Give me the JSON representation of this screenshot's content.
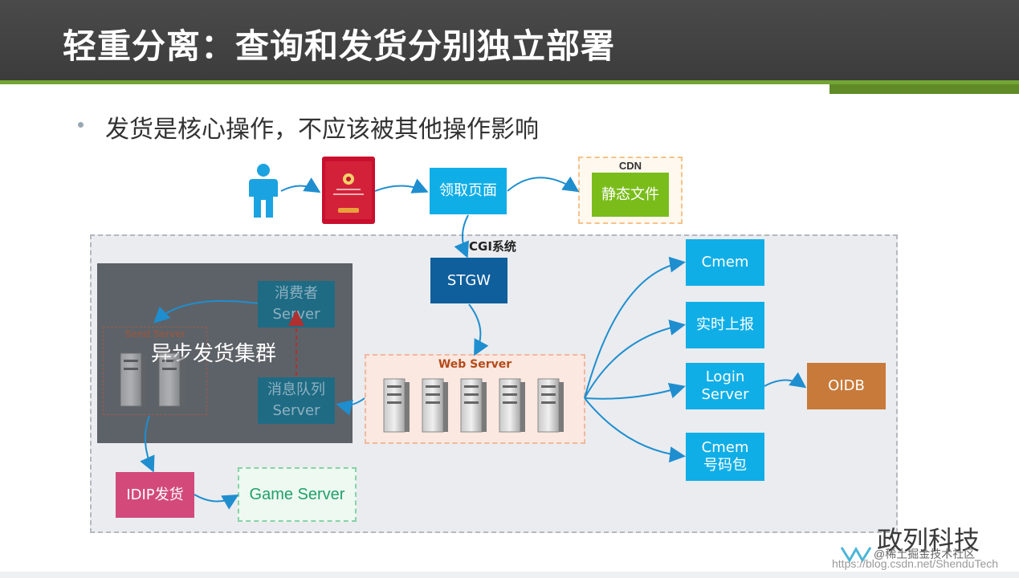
{
  "slide": {
    "title": "轻重分离：查询和发货分别独立部署",
    "bullet": "发货是核心操作，不应该被其他操作影响"
  },
  "diagram": {
    "claim_page": "领取页面",
    "cdn_label": "CDN",
    "static_files": "静态文件",
    "cgi_label": "CGI系统",
    "stgw": "STGW",
    "web_server": "Web Server",
    "cmem": "Cmem",
    "realtime_report": "实时上报",
    "login_server": [
      "Login",
      "Server"
    ],
    "cmem_code_pack": [
      "Cmem",
      "号码包"
    ],
    "oidb": "OIDB",
    "consumer_server": [
      "消费者",
      "Server"
    ],
    "queue_server": [
      "消息队列",
      "Server"
    ],
    "send_server": "Send Server",
    "async_cluster": "异步发货集群",
    "idip": "IDIP发货",
    "game_server": "Game Server"
  },
  "watermark": {
    "company": "政列科技",
    "credit": "@稀土掘金技术社区",
    "url": "https://blog.csdn.net/ShenduTech"
  },
  "colors": {
    "header_bg": "#3c3c3c",
    "accent_green": "#74a534",
    "box_blue": "#10aee6",
    "box_dark_blue": "#0f5f9c",
    "box_green": "#7abd1b",
    "box_orange": "#c87a3a",
    "box_pink": "#d34a7a",
    "arrow_blue": "#1f8ecf"
  },
  "icons": {
    "user": "person-icon",
    "phone": "red-envelope-phone-icon",
    "server": "server-rack-icon"
  }
}
